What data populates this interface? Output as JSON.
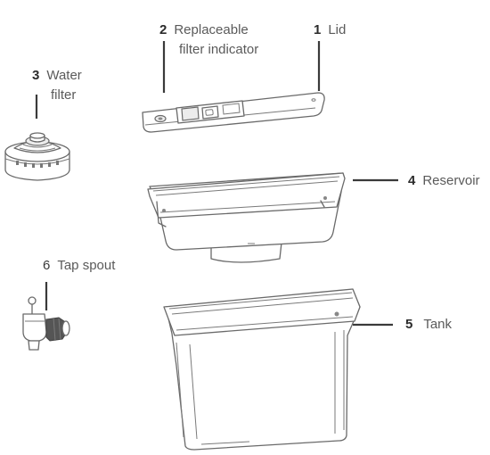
{
  "parts": [
    {
      "number": "1",
      "name": "Lid"
    },
    {
      "number": "2",
      "name_line1": "Replaceable",
      "name_line2": "filter indicator"
    },
    {
      "number": "3",
      "name_line1": "Water",
      "name_line2": "filter"
    },
    {
      "number": "4",
      "name": "Reservoir"
    },
    {
      "number": "5",
      "name": "Tank"
    },
    {
      "number": "6",
      "name": "Tap spout"
    }
  ]
}
